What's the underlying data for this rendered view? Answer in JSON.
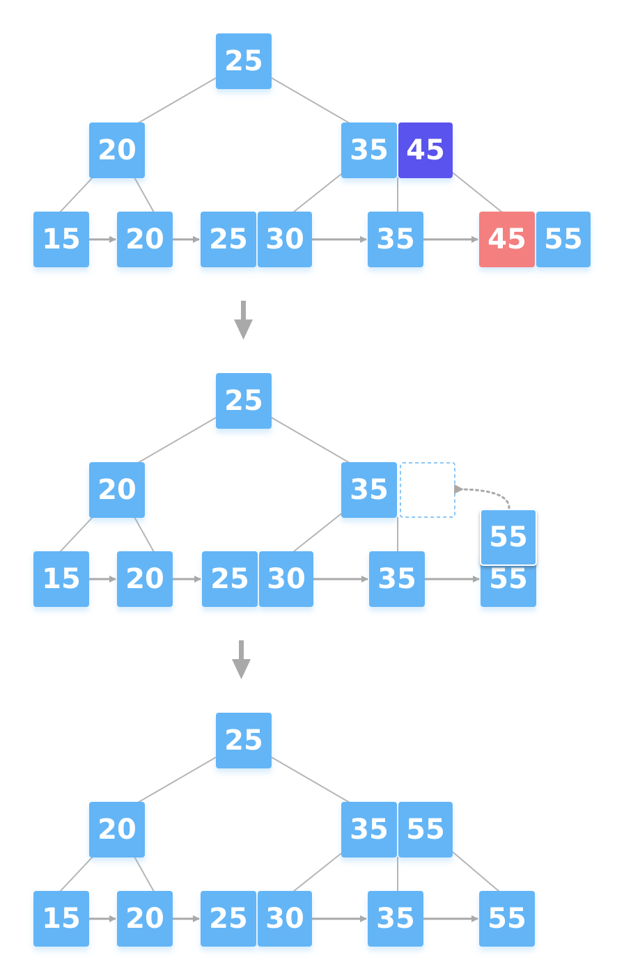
{
  "colors": {
    "node": "#64b5f6",
    "node_deleted": "#f47f7f",
    "node_key": "#5a53ed",
    "edge": "#b5b5b5",
    "arrow": "#a9a9a9",
    "placeholder": "#64b5f6"
  },
  "stages": [
    {
      "root": [
        "25"
      ],
      "internal_left": [
        "20"
      ],
      "internal_right": [
        "35",
        "45"
      ],
      "leaves": [
        [
          "15"
        ],
        [
          "20"
        ],
        [
          "25",
          "30"
        ],
        [
          "35"
        ],
        [
          "45",
          "55"
        ]
      ]
    },
    {
      "root": [
        "25"
      ],
      "internal_left": [
        "20"
      ],
      "internal_right": [
        "35"
      ],
      "leaves": [
        [
          "15"
        ],
        [
          "20"
        ],
        [
          "25",
          "30"
        ],
        [
          "35"
        ],
        [
          "55"
        ]
      ],
      "moving_key": "55"
    },
    {
      "root": [
        "25"
      ],
      "internal_left": [
        "20"
      ],
      "internal_right": [
        "35",
        "55"
      ],
      "leaves": [
        [
          "15"
        ],
        [
          "20"
        ],
        [
          "25",
          "30"
        ],
        [
          "35"
        ],
        [
          "55"
        ]
      ]
    }
  ]
}
